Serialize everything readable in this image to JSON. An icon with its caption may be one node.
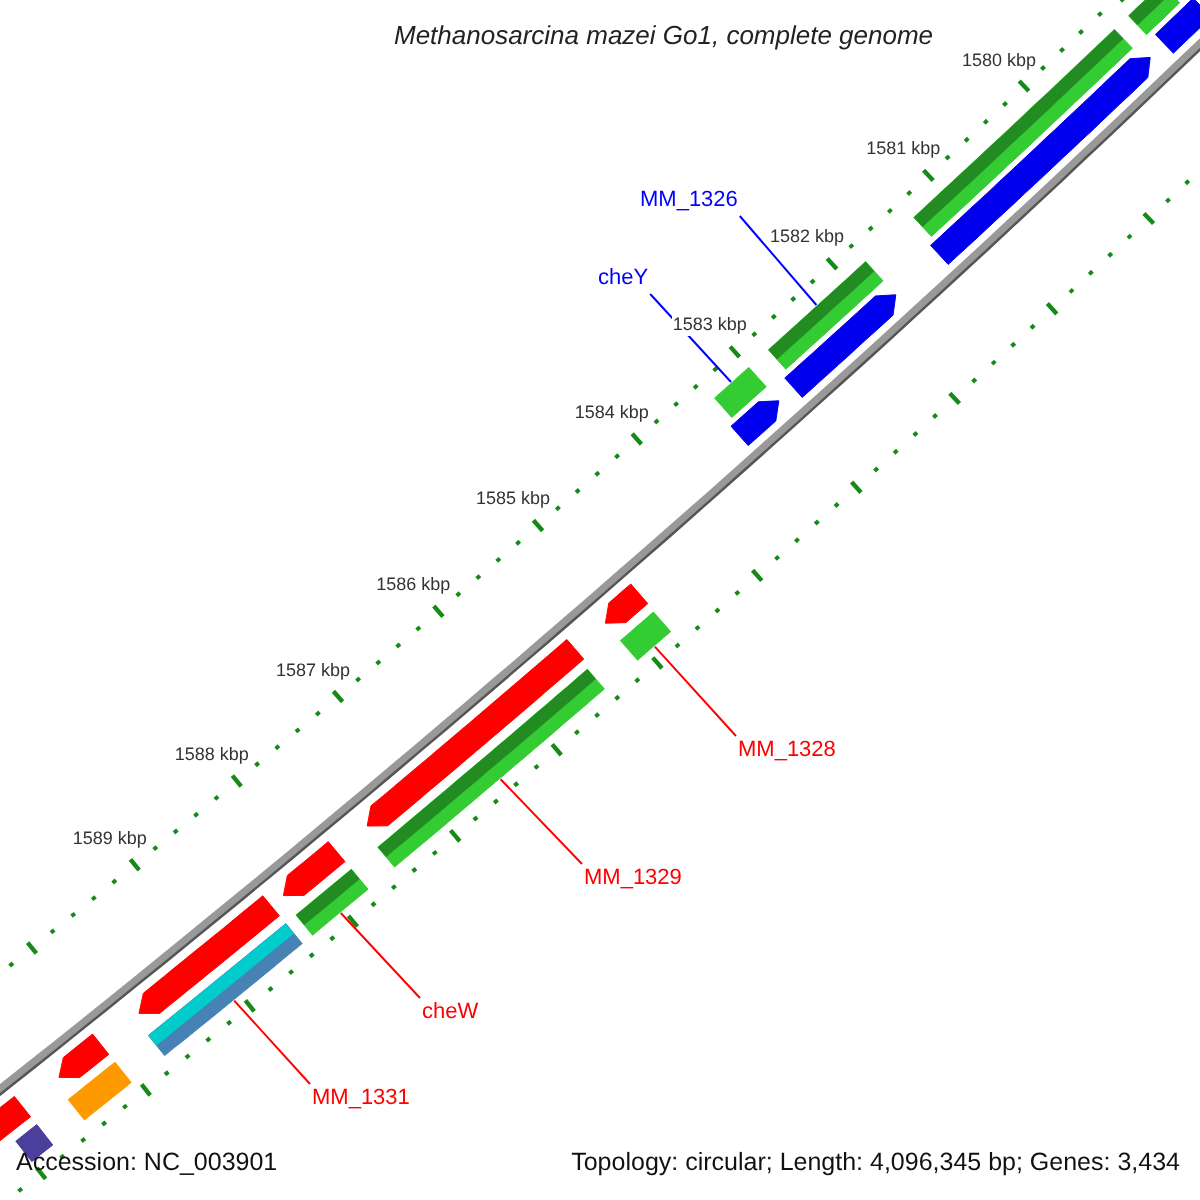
{
  "diagram": {
    "title": "Methanosarcina mazei Go1, complete genome",
    "nodes": [
      {
        "text": [
          "MM_1326"
        ]
      },
      {
        "text": [],
        "shape": "bar"
      },
      {
        "text": [
          "cheY"
        ]
      },
      {
        "text": [],
        "shape": "bar"
      },
      {
        "text": [],
        "shape": "bar"
      },
      {
        "text": [
          "MM_1328"
        ]
      },
      {
        "text": [],
        "shape": "bar"
      },
      {
        "text": [
          "MM_1329"
        ]
      },
      {
        "text": [],
        "shape": "bar"
      },
      {
        "text": [
          "cheW"
        ]
      },
      {
        "text": [],
        "shape": "bar"
      },
      {
        "text": [
          "MM_1331"
        ]
      },
      {
        "text": [],
        "shape": "bar"
      },
      {
        "text": [],
        "shape": "bar"
      },
      {
        "text": [],
        "shape": "bar"
      },
      {
        "text": [],
        "shape": "bar"
      },
      {
        "text": [],
        "shape": "bar"
      },
      {
        "text": [],
        "shape": "bar"
      },
      {
        "text": [],
        "shape": "bar"
      },
      {
        "text": [],
        "shape": "bar"
      },
      {
        "text": [],
        "shape": "bar"
      },
      {
        "text": [],
        "shape": "bar"
      },
      {
        "text": [],
        "shape": "bar"
      },
      {
        "text": [],
        "shape": "bar"
      },
      {
        "text": [],
        "shape": "bar"
      },
      {
        "text": [],
        "shape": "bar"
      }
    ],
    "edges": [
      {
        "from": 0,
        "to": 1,
        "arrow": "none",
        "color": "#0000ff"
      },
      {
        "from": 2,
        "to": 3,
        "arrow": "none",
        "color": "#0000ff"
      },
      {
        "from": 5,
        "to": 4,
        "arrow": "none"
      },
      {
        "from": 7,
        "to": 6,
        "arrow": "none"
      },
      {
        "from": 9,
        "to": 8,
        "arrow": "none"
      },
      {
        "from": 11,
        "to": 10,
        "arrow": "none"
      }
    ],
    "labels": [
      "1580 kbp",
      "1581 kbp",
      "1582 kbp",
      "1583 kbp",
      "1584 kbp",
      "1585 kbp",
      "1586 kbp",
      "1587 kbp",
      "1588 kbp",
      "1589 kbp",
      "Accession: NC_003901",
      "Topology: circular; Length: 4,096,345 bp; Genes: 3,434"
    ]
  }
}
